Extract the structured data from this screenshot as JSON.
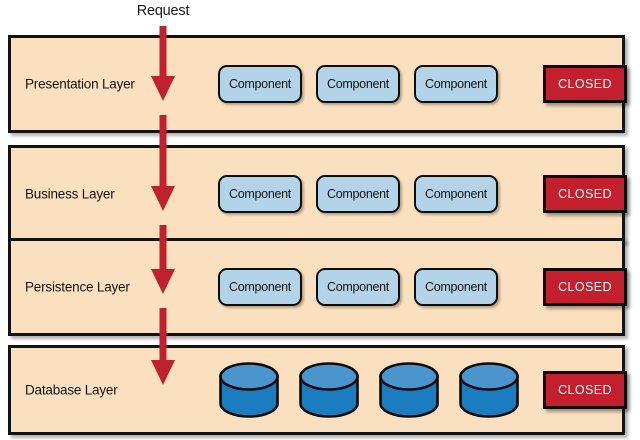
{
  "diagram": {
    "title": "Layered architecture closed layers",
    "background": "#ffffff",
    "colors": {
      "layer_fill": "#FAE0BE",
      "layer_border": "#121212",
      "component_fill": "#B3D4E8",
      "component_border": "#0d0d0d",
      "closed_fill": "#C31F2C",
      "closed_text": "#ffffff",
      "arrow": "#C0212E",
      "cylinder_top": "#4A95CE",
      "cylinder_body": "#1C7CC0"
    }
  },
  "request_arrow": {
    "label": "Request",
    "icon": "down-arrow-icon",
    "color": "#C0212E"
  },
  "layers": [
    {
      "id": "presentation",
      "label": "Presentation Layer",
      "components": [
        {
          "label": "Component"
        },
        {
          "label": "Component"
        },
        {
          "label": "Component"
        }
      ],
      "badge": "CLOSED"
    },
    {
      "id": "business",
      "label": "Business Layer",
      "components": [
        {
          "label": "Component"
        },
        {
          "label": "Component"
        },
        {
          "label": "Component"
        }
      ],
      "badge": "CLOSED"
    },
    {
      "id": "persistence",
      "label": "Persistence Layer",
      "components": [
        {
          "label": "Component"
        },
        {
          "label": "Component"
        },
        {
          "label": "Component"
        }
      ],
      "badge": "CLOSED"
    },
    {
      "id": "database",
      "label": "Database Layer",
      "databases": [
        {
          "icon": "database-cylinder-icon"
        },
        {
          "icon": "database-cylinder-icon"
        },
        {
          "icon": "database-cylinder-icon"
        },
        {
          "icon": "database-cylinder-icon"
        }
      ],
      "badge": "CLOSED"
    }
  ]
}
